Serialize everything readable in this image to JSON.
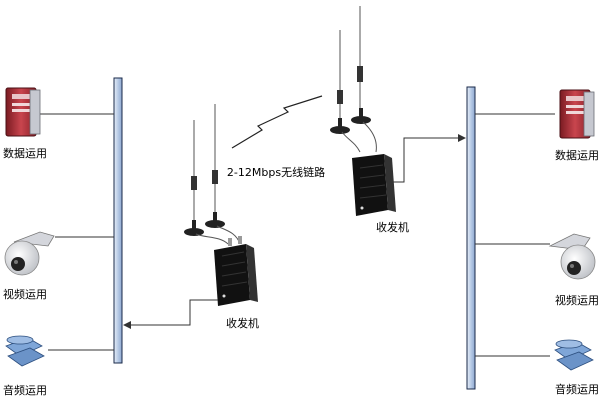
{
  "left_site": {
    "data_label": "数据运用",
    "video_label": "视频运用",
    "audio_label": "音频运用"
  },
  "right_site": {
    "data_label": "数据运用",
    "video_label": "视频运用",
    "audio_label": "音频运用"
  },
  "transceiver_left": {
    "label": "收发机"
  },
  "transceiver_right": {
    "label": "收发机"
  },
  "wireless_link": {
    "label": "2-12Mbps无线链路"
  },
  "colors": {
    "bus_fill": "#c9d7ec",
    "bus_stroke": "#1a2a4a",
    "device_dark": "#1b1b1b",
    "server_red": "#b7323c",
    "phone_blue": "#7fa6d8"
  }
}
